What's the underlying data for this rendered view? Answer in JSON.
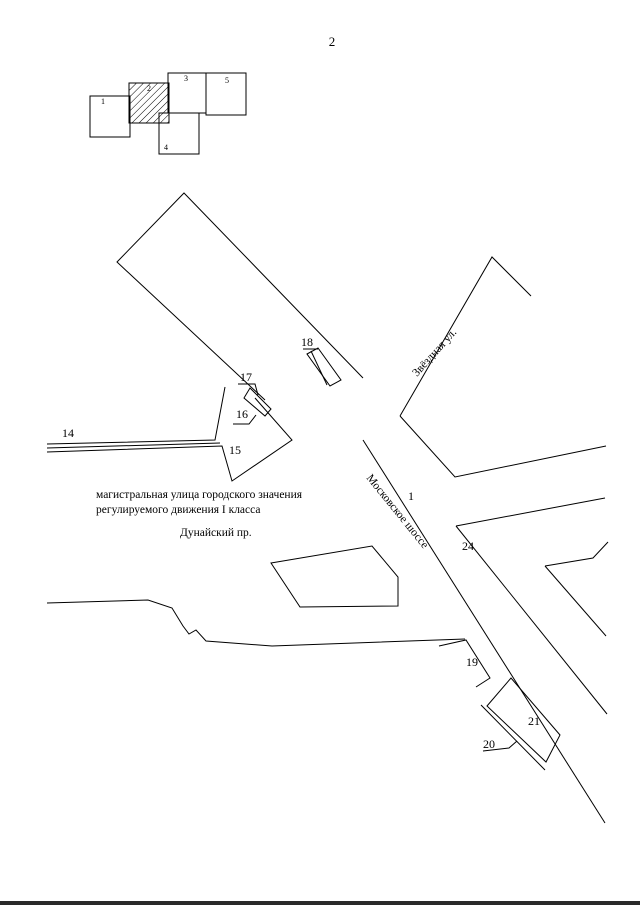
{
  "page_number": "2",
  "key_map": {
    "sheets": [
      "1",
      "2",
      "3",
      "4",
      "5"
    ],
    "highlighted_sheet": "2"
  },
  "streets": {
    "zvezdnaya": "Звёздная ул.",
    "moskovskoe": "Московское шоссе",
    "dunaisky": "Дунайский пр."
  },
  "caption": {
    "line1": "магистральная улица городского значения",
    "line2": "регулируемого движения I класса"
  },
  "labels": {
    "n1": "1",
    "n14": "14",
    "n15": "15",
    "n16": "16",
    "n17": "17",
    "n18": "18",
    "n19": "19",
    "n20": "20",
    "n21": "21",
    "n24": "24"
  }
}
